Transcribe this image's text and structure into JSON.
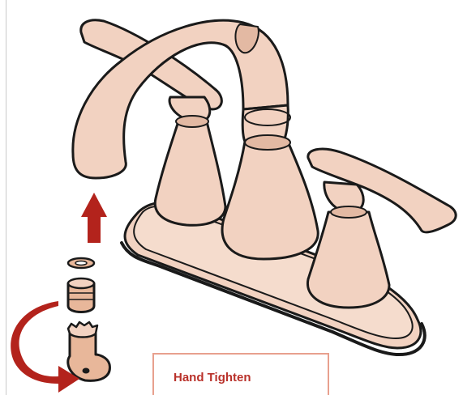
{
  "callout": {
    "text": "Hand Tighten"
  },
  "colors": {
    "finish": "#f2d2c1",
    "finish_shadow": "#e3b9a3",
    "outline": "#1a1a1a",
    "arrow_red": "#b3231c",
    "callout_border": "#e8a08e",
    "callout_text": "#b9312a"
  },
  "parts": [
    "faucet-body",
    "spout",
    "left-handle",
    "right-handle",
    "base-plate",
    "washer",
    "aerator",
    "aerator-key"
  ],
  "arrows": [
    "upward-install-arrow",
    "curved-tighten-arrow"
  ]
}
